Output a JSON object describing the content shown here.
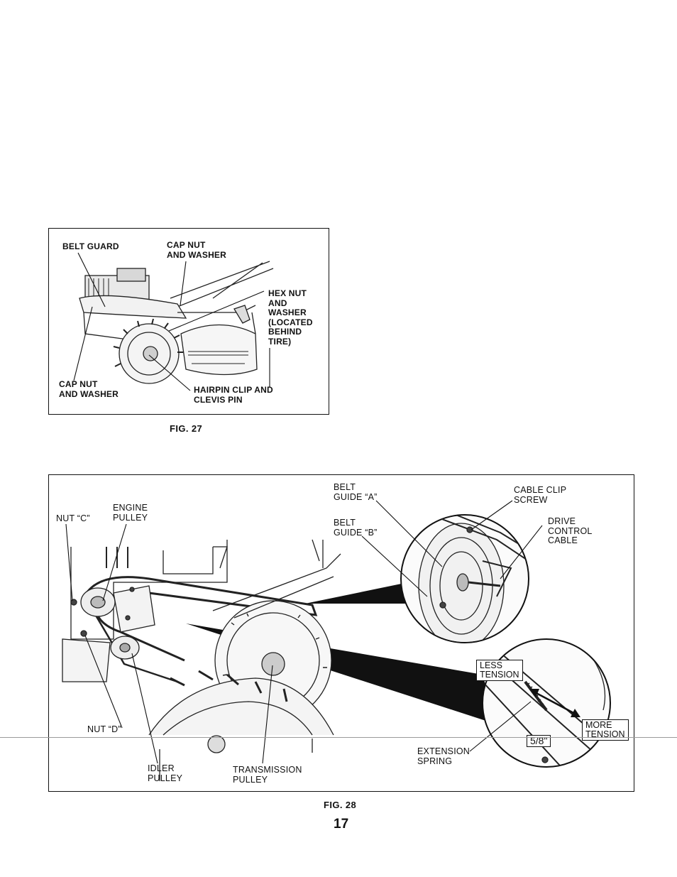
{
  "fig27": {
    "caption": "FIG. 27",
    "labels": {
      "belt_guard": "BELT GUARD",
      "cap_nut_top": "CAP NUT\nAND WASHER",
      "hex_nut": "HEX NUT\nAND\nWASHER\n(LOCATED\nBEHIND\nTIRE)",
      "cap_nut_bottom": "CAP NUT\nAND WASHER",
      "hairpin": "HAIRPIN CLIP AND\nCLEVIS PIN"
    }
  },
  "fig28": {
    "caption": "FIG. 28",
    "labels": {
      "nut_c": "NUT “C”",
      "engine_pulley": "ENGINE\nPULLEY",
      "belt_guide_a": "BELT\nGUIDE “A”",
      "belt_guide_b": "BELT\nGUIDE “B”",
      "cable_clip_screw": "CABLE CLIP\nSCREW",
      "drive_control_cable": "DRIVE\nCONTROL\nCABLE",
      "less_tension": "LESS\nTENSION",
      "more_tension": "MORE\nTENSION",
      "measurement": "5/8\"",
      "extension_spring": "EXTENSION\nSPRING",
      "nut_d": "NUT “D”",
      "idler_pulley": "IDLER\nPULLEY",
      "transmission_pulley": "TRANSMISSION\nPULLEY"
    }
  },
  "page_number": "17"
}
